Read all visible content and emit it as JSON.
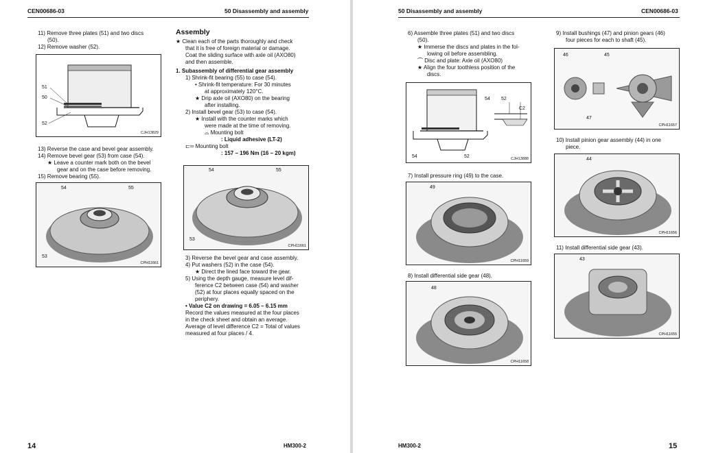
{
  "left_page": {
    "header_code": "CEN00686-03",
    "header_title": "50 Disassembly and assembly",
    "page_number": "14",
    "model": "HM300-2",
    "col1": {
      "steps_a": [
        "11) Remove three plates (51) and two discs",
        "(50).",
        "12) Remove washer (52)."
      ],
      "fig1": {
        "id": "CJH13829",
        "labels": [
          "51",
          "50",
          "52"
        ]
      },
      "steps_b": [
        "13) Reverse the case and bevel gear assembly.",
        "14) Remove bevel gear (53) from case (54).",
        "★  Leave a counter mark both on the bevel",
        "gear and on the case before removing.",
        "15) Remove bearing (55)."
      ],
      "fig2": {
        "id": "CPH11661",
        "labels": [
          "54",
          "55",
          "53"
        ]
      }
    },
    "col2": {
      "heading": "Assembly",
      "intro": [
        "★  Clean each of the parts thoroughly and check",
        "that it is free of foreign material or damage.",
        "Coat the sliding surface with axle oil (AXO80)",
        "and then assemble."
      ],
      "section": "1.  Subassembly of differential gear assembly",
      "steps_a": [
        "1)  Shrink-fit bearing (55) to case (54).",
        "•    Shrink-fit temperature: For 30 minutes",
        "at approximately 120°C.",
        "★  Drip axle oil (AXO80) on the bearing",
        "after installing.",
        "2)  Install bevel gear (53) to case (54).",
        "★  Install with the counter marks which",
        "were made at the time of removing."
      ],
      "bolt1_label": "Mounting bolt",
      "bolt1_value": ": Liquid adhesive (LT-2)",
      "bolt2_label": "Mounting bolt",
      "bolt2_value": ": 157 – 196 Nm (16 – 20 kgm)",
      "fig3": {
        "id": "CPH11661",
        "labels": [
          "54",
          "55",
          "53"
        ]
      },
      "steps_b": [
        "3)  Reverse the bevel gear and case assembly.",
        "4)  Put washers (52) in the case (54).",
        "★  Direct the lined face toward the gear.",
        "5)  Using the depth gauge, measure level dif-",
        "ference C2 between case (54) and washer",
        "(52) at four places equally spaced on the",
        "periphery.",
        "•  Value C2 on drawing = 6.05 – 6.15 mm",
        "Record the values measured at the four places",
        "in the check sheet and obtain an average.",
        "Average of level difference C2 = Total of values",
        "measured at four places / 4."
      ]
    }
  },
  "right_page": {
    "header_code": "CEN00686-03",
    "header_title": "50 Disassembly and assembly",
    "page_number": "15",
    "model": "HM300-2",
    "col1": {
      "steps_a": [
        "6)  Assemble three plates (51) and two discs",
        "(50).",
        "★  Immerse the discs and plates in the fol-",
        "lowing oil before assembling."
      ],
      "oil_line": "Disc and plate: Axle oil (AXO80)",
      "steps_b": [
        "★  Align the four toothless position of the",
        "discs."
      ],
      "fig4": {
        "id": "CJH13888",
        "labels": [
          "54",
          "52",
          "C2",
          "54",
          "52"
        ]
      },
      "step7": "7)  Install pressure ring (49) to the case.",
      "fig5": {
        "id": "CPH11659",
        "labels": [
          "49"
        ]
      },
      "step8": "8)  Install differential side gear (48).",
      "fig6": {
        "id": "CPH11658",
        "labels": [
          "48"
        ]
      }
    },
    "col2": {
      "step9": [
        "9)  Install bushings (47) and pinion gears (46)",
        "four pieces for each to shaft (45)."
      ],
      "fig7": {
        "id": "CPH11657",
        "labels": [
          "46",
          "45",
          "47"
        ]
      },
      "step10": [
        "10) Install pinion gear assembly (44) in one",
        "piece."
      ],
      "fig8": {
        "id": "CPH11656",
        "labels": [
          "44"
        ]
      },
      "step11": "11) Install differential side gear (43).",
      "fig9": {
        "id": "CPH11655",
        "labels": [
          "43"
        ]
      }
    }
  }
}
